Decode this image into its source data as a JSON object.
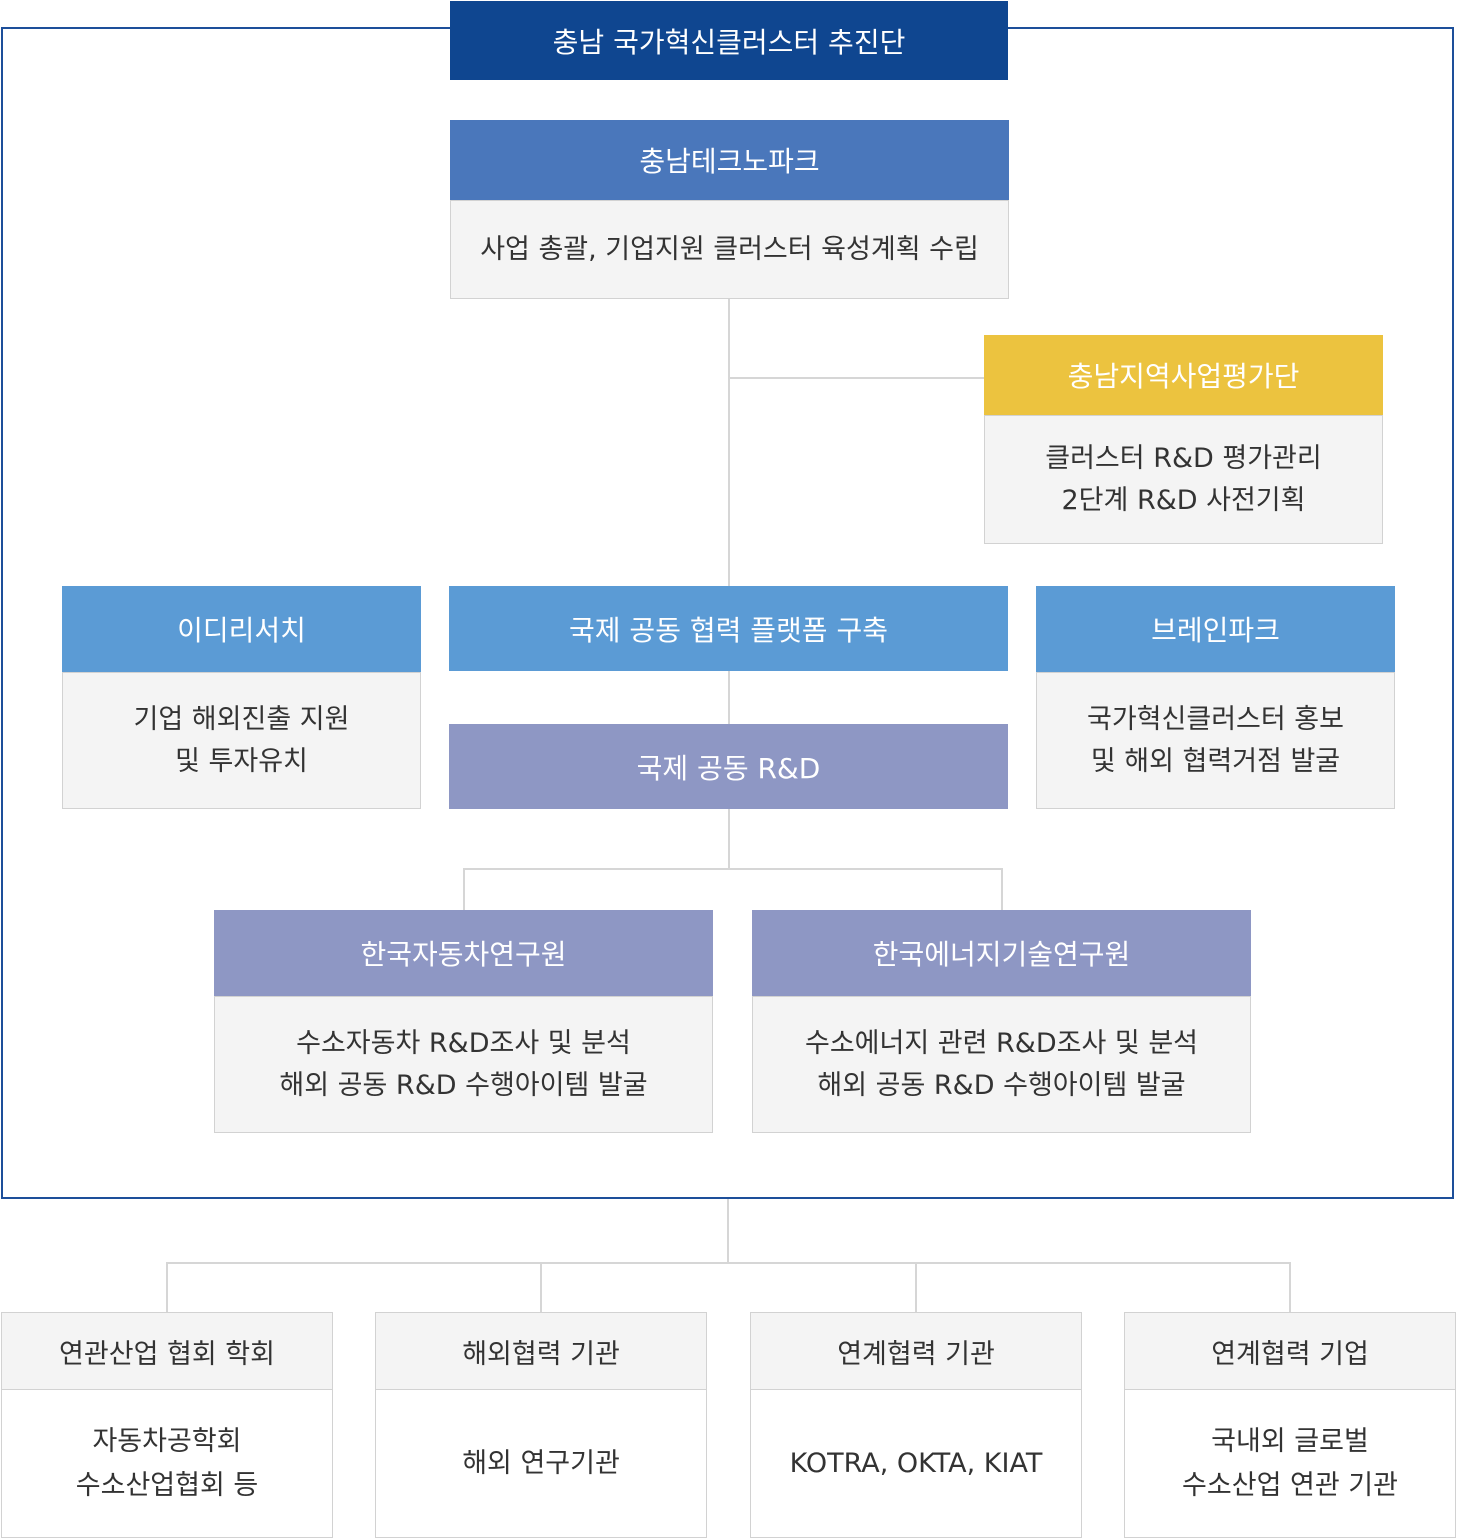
{
  "colors": {
    "title_bg": "#0f4690",
    "main_bg": "#4a77bb",
    "eval_bg": "#ecc33f",
    "platform_bg": "#5b9bd5",
    "rnd_bg": "#8e97c4",
    "frame_border": "#1d4f9a",
    "body_bg": "#f4f4f4"
  },
  "title": "충남 국가혁신클러스터 추진단",
  "technopark": {
    "name": "충남테크노파크",
    "desc": "사업 총괄, 기업지원 클러스터 육성계획 수립"
  },
  "evaluation": {
    "name": "충남지역사업평가단",
    "desc": "클러스터 R&D 평가관리\n2단계 R&D 사전기획"
  },
  "edi": {
    "name": "이디리서치",
    "desc": "기업 해외진출 지원\n및 투자유치"
  },
  "platform": {
    "name": "국제 공동 협력 플랫폼 구축"
  },
  "brainpark": {
    "name": "브레인파크",
    "desc": "국가혁신클러스터 홍보\n및 해외 협력거점 발굴"
  },
  "joint_rnd": {
    "name": "국제 공동 R&D"
  },
  "katech": {
    "name": "한국자동차연구원",
    "desc": "수소자동차 R&D조사 및 분석\n해외 공동 R&D 수행아이템 발굴"
  },
  "kier": {
    "name": "한국에너지기술연구원",
    "desc": "수소에너지 관련 R&D조사 및 분석\n해외 공동 R&D 수행아이템 발굴"
  },
  "bottom": [
    {
      "name": "연관산업 협회 학회",
      "desc": "자동차공학회\n수소산업협회 등"
    },
    {
      "name": "해외협력 기관",
      "desc": "해외 연구기관"
    },
    {
      "name": "연계협력 기관",
      "desc": "KOTRA, OKTA, KIAT"
    },
    {
      "name": "연계협력 기업",
      "desc": "국내외 글로벌\n수소산업 연관 기관"
    }
  ]
}
